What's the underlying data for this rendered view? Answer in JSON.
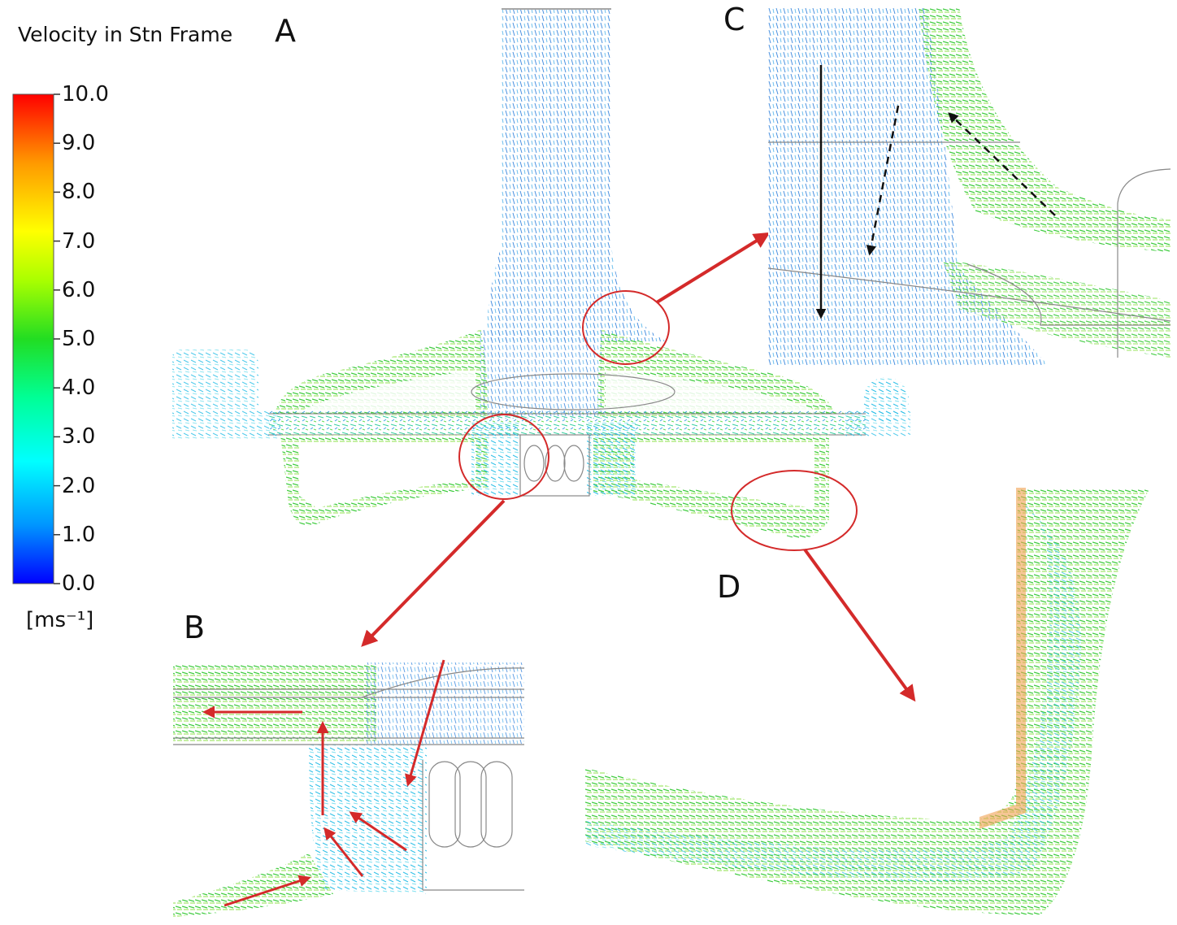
{
  "colorbar": {
    "title": "Velocity in Stn Frame",
    "units": "[ms⁻¹]",
    "ticks": [
      "10.0",
      "9.0",
      "8.0",
      "7.0",
      "6.0",
      "5.0",
      "4.0",
      "3.0",
      "2.0",
      "1.0",
      "0.0"
    ],
    "range": [
      0.0,
      10.0
    ],
    "colors": [
      "#0000ff",
      "#0096ff",
      "#00ffff",
      "#00ff96",
      "#22dd22",
      "#aaff00",
      "#ffff00",
      "#ff9900",
      "#ff0000"
    ]
  },
  "panels": {
    "a": "A",
    "b": "B",
    "c": "C",
    "d": "D"
  },
  "colors": {
    "callout_red": "#d42a2a",
    "outline_gray": "#999999"
  }
}
